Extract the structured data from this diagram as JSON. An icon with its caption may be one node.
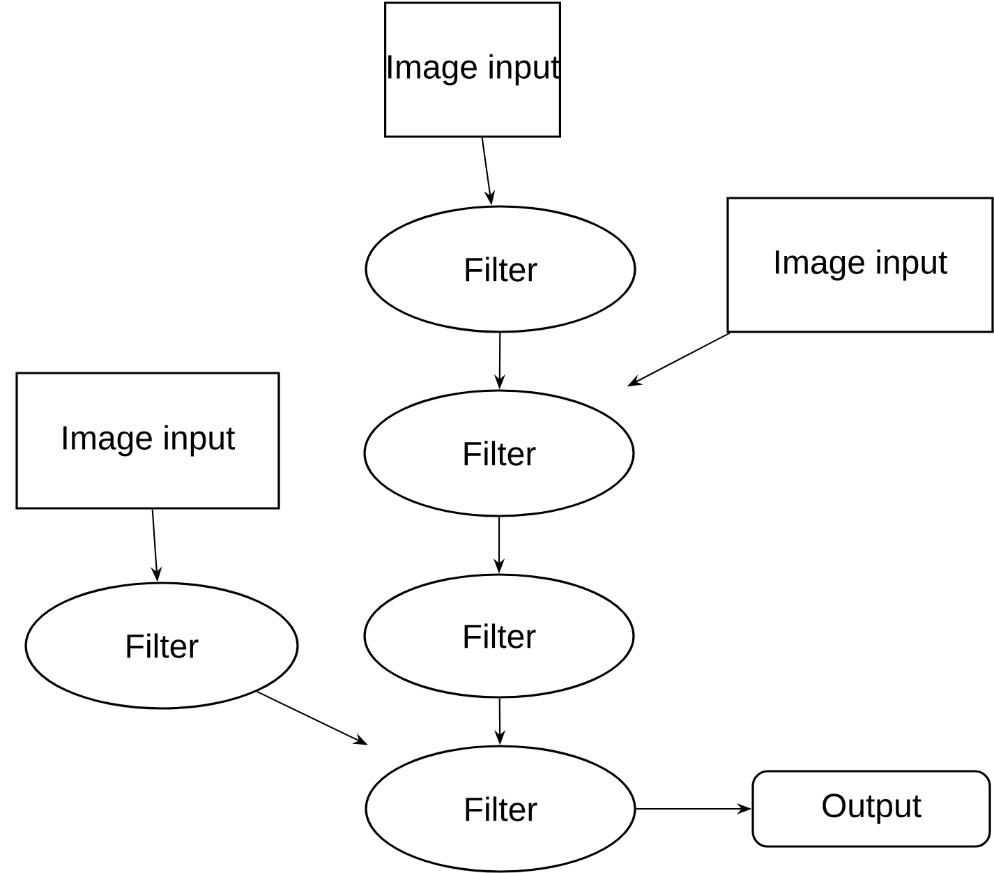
{
  "diagram": {
    "nodes": [
      {
        "text": [
          "Image input"
        ]
      },
      {
        "text": [
          "Filter"
        ]
      },
      {
        "text": [
          "Image input"
        ]
      },
      {
        "text": [
          "Filter"
        ]
      },
      {
        "text": [
          "Image input"
        ]
      },
      {
        "text": [
          "Filter"
        ]
      },
      {
        "text": [
          "Filter"
        ]
      },
      {
        "text": [
          "Filter"
        ]
      },
      {
        "text": [
          "Output"
        ]
      }
    ],
    "edges": [
      {
        "from": 0,
        "to": 1,
        "arrow": "to"
      },
      {
        "from": 1,
        "to": 3,
        "arrow": "to"
      },
      {
        "from": 2,
        "to": 3,
        "arrow": "to"
      },
      {
        "from": 3,
        "to": 6,
        "arrow": "to"
      },
      {
        "from": 4,
        "to": 5,
        "arrow": "to"
      },
      {
        "from": 5,
        "to": 7,
        "arrow": "to"
      },
      {
        "from": 6,
        "to": 7,
        "arrow": "to"
      },
      {
        "from": 7,
        "to": 8,
        "arrow": "to"
      }
    ]
  }
}
